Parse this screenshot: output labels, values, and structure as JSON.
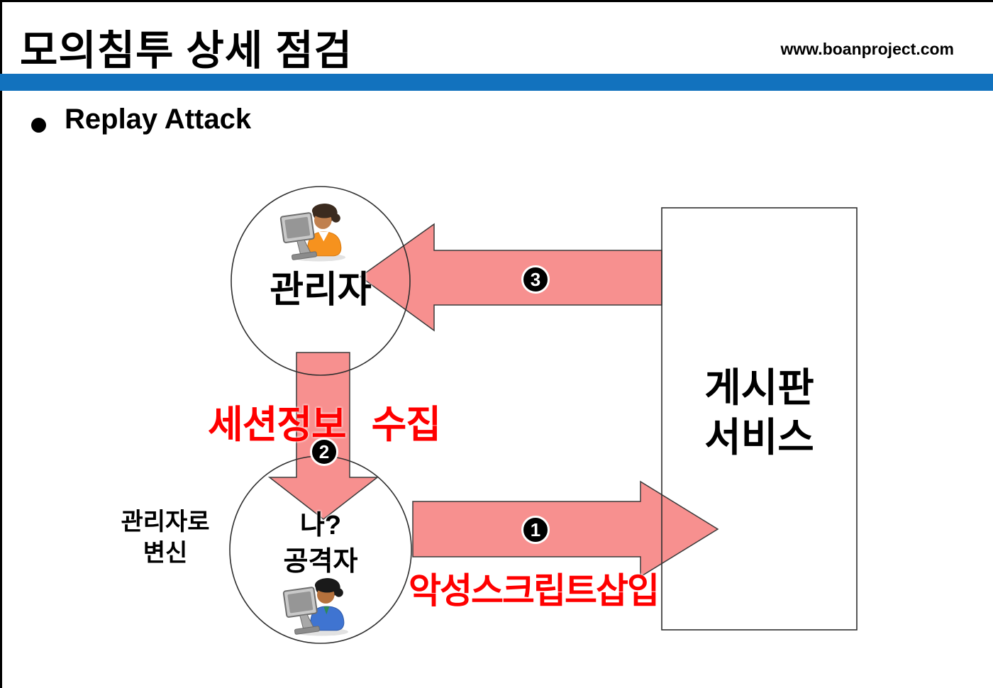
{
  "slide": {
    "title": "모의침투 상세 점검",
    "website": "www.boanproject.com",
    "bullet_label": "Replay Attack"
  },
  "diagram": {
    "admin": {
      "label": "관리자",
      "icon": "admin-at-computer-icon"
    },
    "attacker": {
      "line1": "나?",
      "line2": "공격자",
      "icon": "attacker-at-computer-icon"
    },
    "transform_label": {
      "line1": "관리자로",
      "line2": "변신"
    },
    "board_service": {
      "line1": "게시판",
      "line2": "서비스"
    },
    "step1": {
      "badge": "1",
      "label": "악성스크립트삽입",
      "direction": "attacker-to-board"
    },
    "step2": {
      "badge": "2",
      "label": "세션정보 수집",
      "direction": "admin-to-attacker"
    },
    "step3": {
      "badge": "3",
      "direction": "board-to-admin"
    }
  },
  "colors": {
    "accent_bar_blue": "#1272BE",
    "arrow_fill_pink": "#F7908F",
    "arrow_stroke": "#3A3A3A",
    "label_red": "#FF0000",
    "badge_background": "#000000",
    "badge_text": "#FFFFFF"
  }
}
